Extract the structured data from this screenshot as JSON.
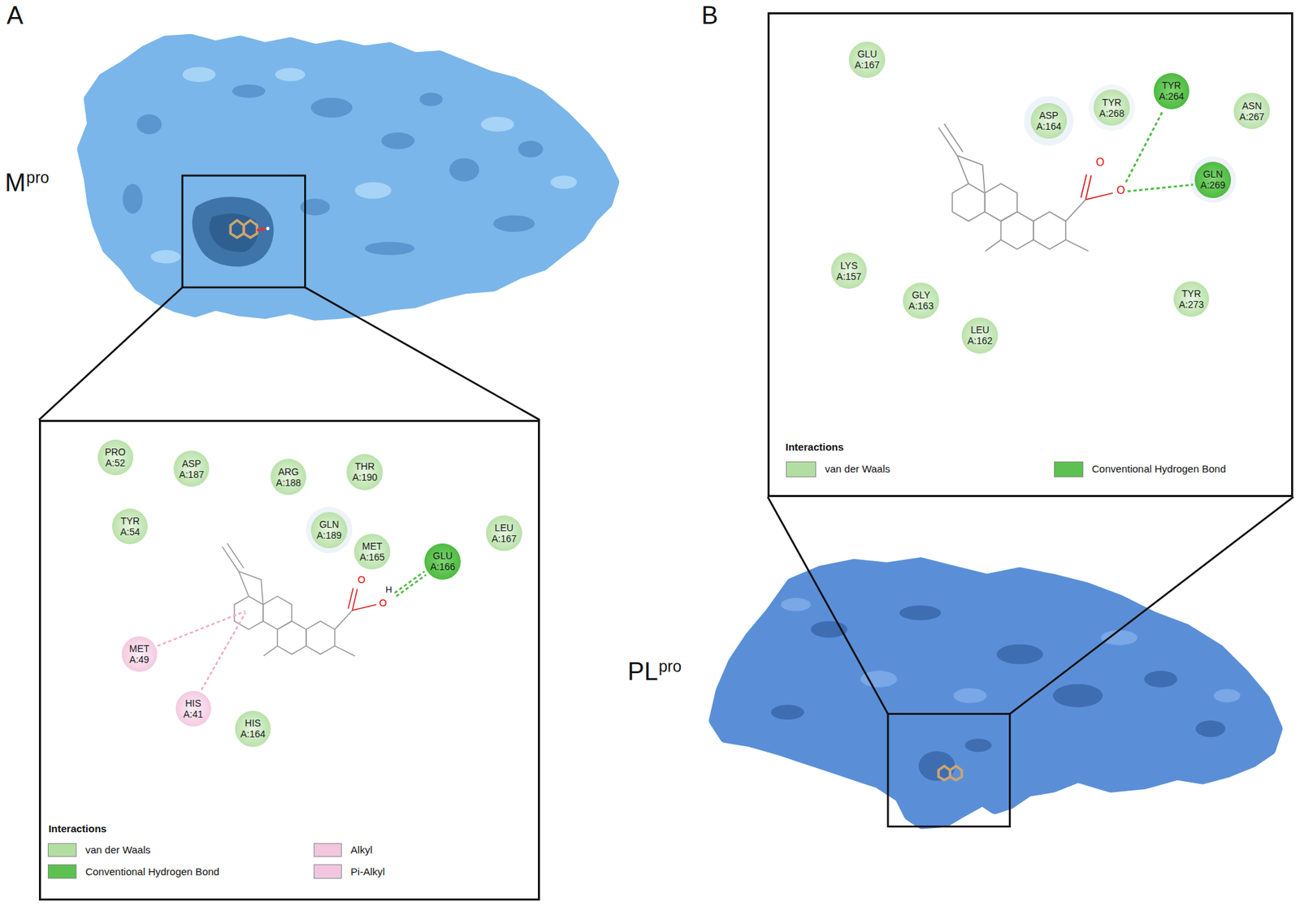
{
  "diagram": {
    "nodes": [
      {
        "text": [
          "Interactions"
        ]
      },
      {
        "text": [
          "PRO A:52"
        ],
        "in": 0
      },
      {
        "text": [
          "ASP A:187"
        ],
        "in": 0
      },
      {
        "text": [
          "ARG A:188"
        ],
        "in": 0
      },
      {
        "text": [
          "THR A:190"
        ],
        "in": 0
      },
      {
        "text": [
          "TYR A:54"
        ],
        "in": 0
      },
      {
        "text": [
          "GLN A:189"
        ],
        "in": 0
      },
      {
        "text": [
          "MET A:165"
        ],
        "in": 0
      },
      {
        "text": [
          "GLU A:166"
        ],
        "in": 0
      },
      {
        "text": [
          "LEU A:167"
        ],
        "in": 0
      },
      {
        "text": [
          "MET A:49"
        ],
        "in": 0
      },
      {
        "text": [
          "HIS A:41"
        ],
        "in": 0
      },
      {
        "text": [
          "HIS A:164"
        ],
        "in": 0
      },
      {
        "text": [
          "Interactions"
        ]
      },
      {
        "text": [
          "GLU A:167"
        ],
        "in": 13
      },
      {
        "text": [
          "ASP A:164"
        ],
        "in": 13
      },
      {
        "text": [
          "TYR A:268"
        ],
        "in": 13
      },
      {
        "text": [
          "TYR A:264"
        ],
        "in": 13
      },
      {
        "text": [
          "ASN A:267"
        ],
        "in": 13
      },
      {
        "text": [
          "GLN A:269"
        ],
        "in": 13
      },
      {
        "text": [
          "LYS A:157"
        ],
        "in": 13
      },
      {
        "text": [
          "GLY A:163"
        ],
        "in": 13
      },
      {
        "text": [
          "LEU A:162"
        ],
        "in": 13
      },
      {
        "text": [
          "TYR A:273"
        ],
        "in": 13
      }
    ],
    "labels": [
      "A",
      "M",
      "pro",
      "B",
      "PL",
      "pro",
      "O",
      "O",
      "H",
      "O",
      "O"
    ],
    "legend": [
      {
        "text": "van der Waals",
        "color": "#b3dea2"
      },
      {
        "text": "Conventional Hydrogen Bond",
        "color": "#5cc150"
      },
      {
        "text": "Alkyl",
        "color": "#f2c6de"
      },
      {
        "text": "Pi-Alkyl",
        "color": "#f2c6de"
      },
      {
        "text": "van der Waals",
        "color": "#b3dea2"
      },
      {
        "text": "Conventional Hydrogen Bond",
        "color": "#5cc150"
      }
    ]
  }
}
